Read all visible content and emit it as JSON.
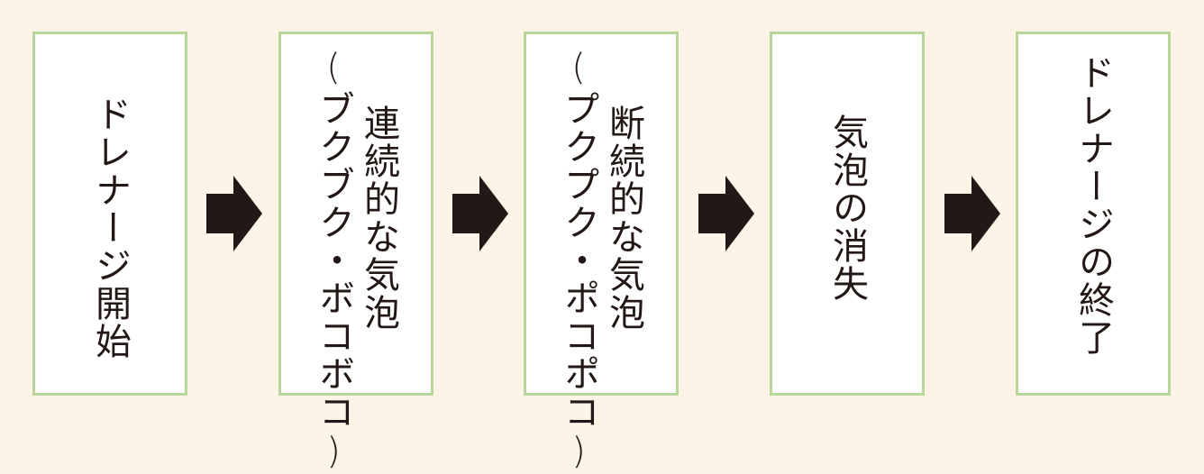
{
  "steps": [
    {
      "lines": [
        "ドレナージ開始"
      ]
    },
    {
      "lines": [
        "連続的な気泡",
        "(ブクブク・ボコボコ)"
      ]
    },
    {
      "lines": [
        "断続的な気泡",
        "(プクプク・ポコポコ)"
      ]
    },
    {
      "lines": [
        "気泡の消失"
      ]
    },
    {
      "lines": [
        "ドレナージの終了"
      ]
    }
  ],
  "colors": {
    "background": "#fdf3e6",
    "box_border": "#b6d69a",
    "box_fill": "#ffffff",
    "arrow": "#231815",
    "text": "#231815"
  },
  "icons": {
    "connector": "arrow-right-icon"
  }
}
